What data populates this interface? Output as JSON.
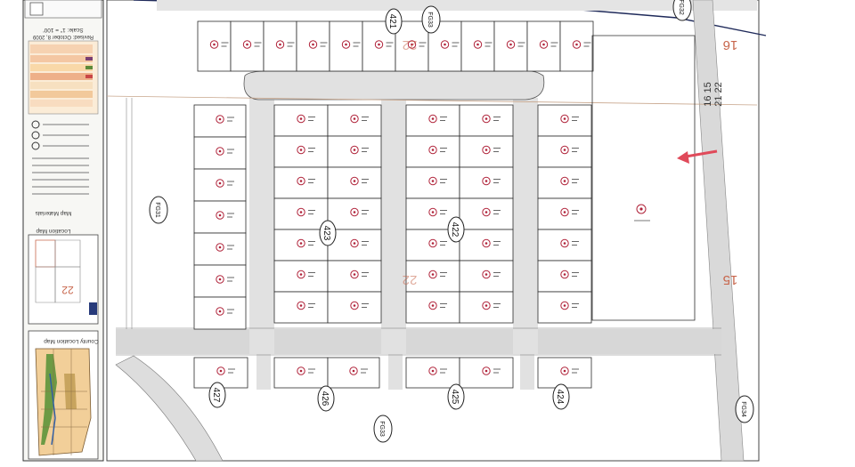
{
  "map": {
    "page_title": "Parcel Map",
    "sheet": {
      "scale_note": "Scale: 1\" = 100'",
      "revised_note": "Revised: October 8, 2009",
      "legend_title": "Map Materials",
      "location_map_title": "Location Map",
      "county_map_title": "County Location Map",
      "section_numbers": [
        "22"
      ]
    },
    "section_corner": {
      "label_top": "16 15",
      "label_bottom": "21 22"
    },
    "sections": [
      {
        "label": "16"
      },
      {
        "label": "15"
      },
      {
        "label": "22"
      },
      {
        "label": "22"
      }
    ],
    "blocks": [
      {
        "label": "421"
      },
      {
        "label": "423"
      },
      {
        "label": "422"
      },
      {
        "label": "427"
      },
      {
        "label": "426"
      },
      {
        "label": "425"
      },
      {
        "label": "424"
      }
    ],
    "road_tags": [
      {
        "label": "FG33"
      },
      {
        "label": "FG32"
      },
      {
        "label": "FG31"
      },
      {
        "label": "FG33"
      },
      {
        "label": "FG34"
      }
    ],
    "colors": {
      "road": "#d7d7d7",
      "parcel_line": "#2b2b2b",
      "parcel_number": "#b0233a",
      "section_number": "#c8674d",
      "arrow": "#e04a5a",
      "boundary": "#1f2a5a"
    }
  }
}
